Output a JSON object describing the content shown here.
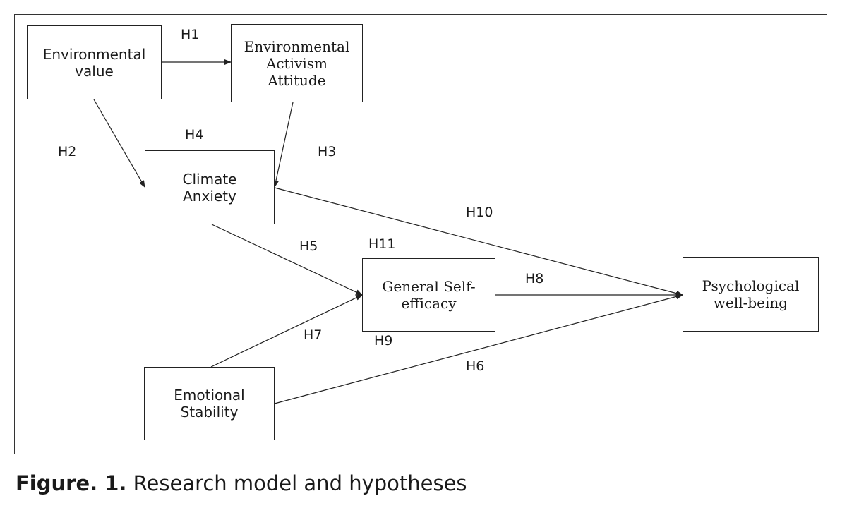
{
  "nodes": {
    "environmental_value": "Environmental\nvalue",
    "environmental_activism_attitude": "Environmental\nActivism\nAttitude",
    "climate_anxiety": "Climate\nAnxiety",
    "general_self_efficacy": "General Self-\nefficacy",
    "psychological_well_being": "Psychological\nwell-being",
    "emotional_stability": "Emotional\nStability"
  },
  "edges": [
    {
      "label": "H1",
      "from": "environmental_value",
      "to": "environmental_activism_attitude"
    },
    {
      "label": "H2",
      "from": "environmental_value",
      "to": "climate_anxiety"
    },
    {
      "label": "H3",
      "from": "environmental_activism_attitude",
      "to": "climate_anxiety"
    },
    {
      "label": "H5",
      "from": "climate_anxiety",
      "to": "general_self_efficacy"
    },
    {
      "label": "H7",
      "from": "emotional_stability",
      "to": "general_self_efficacy"
    },
    {
      "label": "H8",
      "from": "general_self_efficacy",
      "to": "psychological_well_being"
    },
    {
      "label": "H10",
      "from": "climate_anxiety",
      "to": "psychological_well_being"
    },
    {
      "label": "H6",
      "from": "emotional_stability",
      "to": "psychological_well_being"
    }
  ],
  "extra_labels": {
    "h4": "H4",
    "h9": "H9",
    "h11": "H11"
  },
  "caption": {
    "label": "Figure. 1.",
    "text": " Research model and hypotheses"
  },
  "colors": {
    "stroke": "#222222",
    "text": "#1a1a1a"
  }
}
